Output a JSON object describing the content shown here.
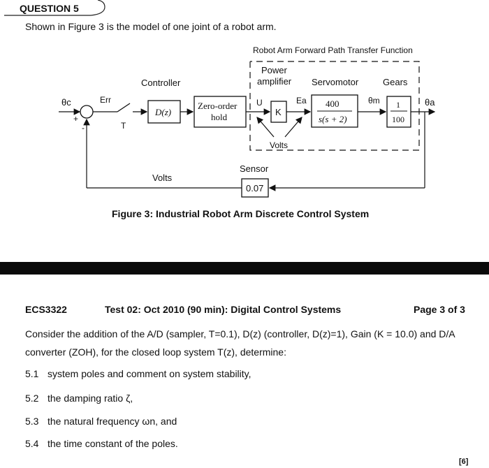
{
  "question": {
    "title": "QUESTION 5",
    "intro": "Shown in Figure 3 is the model of one joint of a robot arm."
  },
  "diagram": {
    "super_title": "Robot Arm Forward Path Transfer Function",
    "theta_c": "θc",
    "err": "Err",
    "plus": "+",
    "minus": "-",
    "sampler": "T",
    "controller_label": "Controller",
    "controller_block": "D(z)",
    "zoh_line1": "Zero-order",
    "zoh_line2": "hold",
    "u": "U",
    "power_amp_line1": "Power",
    "power_amp_line2": "amplifier",
    "gain_block": "K",
    "volts_inner": "Volts",
    "ea": "Ea",
    "servomotor_label": "Servomotor",
    "servo_num": "400",
    "servo_den": "s(s + 2)",
    "theta_m": "θm",
    "gears_label": "Gears",
    "gears_num": "1",
    "gears_den": "100",
    "theta_a": "θa",
    "sensor_label": "Sensor",
    "sensor_gain": "0.07",
    "volts_feedback": "Volts"
  },
  "figure_caption": "Figure 3: Industrial Robot Arm Discrete Control System",
  "page_header": {
    "course": "ECS3322",
    "test": "Test 02: Oct 2010 (90 min): Digital Control Systems",
    "page": "Page 3 of 3"
  },
  "body_text": "Consider the addition of the A/D (sampler, T=0.1), D(z) (controller, D(z)=1), Gain (K = 10.0) and D/A converter (ZOH), for the closed loop system T(z), determine:",
  "items": [
    {
      "num": "5.1",
      "text": "system poles and comment on system stability,"
    },
    {
      "num": "5.2",
      "text": "the damping ratio ζ,"
    },
    {
      "num": "5.3",
      "text": "the natural frequency ωn, and"
    },
    {
      "num": "5.4",
      "text": "the time constant of the poles."
    }
  ],
  "marks": "[6]"
}
